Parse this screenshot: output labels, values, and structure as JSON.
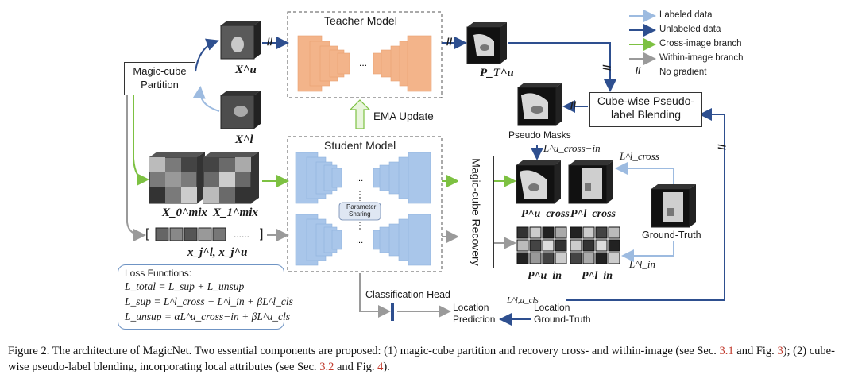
{
  "figure": {
    "teacher_label": "Teacher Model",
    "student_label": "Student Model",
    "ema_label": "EMA Update",
    "partition_label_1": "Magic-cube",
    "partition_label_2": "Partition",
    "recovery_label": "Magic-cube Recovery",
    "blending_label_1": "Cube-wise Pseudo-",
    "blending_label_2": "label Blending",
    "pseudo_masks_label": "Pseudo Masks",
    "parameter_sharing_label_1": "Parameter",
    "parameter_sharing_label_2": "Sharing",
    "ground_truth_label": "Ground-Truth",
    "classification_head_label": "Classification Head",
    "location_prediction_1": "Location",
    "location_prediction_2": "Prediction",
    "location_gt_1": "Location",
    "location_gt_2": "Ground-Truth",
    "patch_ellipsis": "......",
    "patch_open": "[",
    "patch_close": "]",
    "gradient_mark": "//",
    "math": {
      "xu": "X^u",
      "xl": "X^l",
      "pt": "P_T^u",
      "x0mix": "X_0^mix",
      "x1mix": "X_1^mix",
      "xj": "x_j^l, x_j^u",
      "lcross_in": "L^u_cross−in",
      "lcross_l": "L^l_cross",
      "lin_l": "L^l_in",
      "lcls": "L^l,u_cls",
      "pcross_u": "P^u_cross",
      "pcross_l": "P^l_cross",
      "pin_u": "P^u_in",
      "pin_l": "P^l_in"
    },
    "loss": {
      "title": "Loss Functions:",
      "line1": "L_total = L_sup + L_unsup",
      "line2": "L_sup = L^l_cross + L^l_in + βL^l_cls",
      "line3": "L_unsup = αL^u_cross−in + βL^u_cls"
    },
    "legend": [
      {
        "label": "Labeled data",
        "color": "#9dbbe0"
      },
      {
        "label": "Unlabeled data",
        "color": "#2e4f8f"
      },
      {
        "label": "Cross-image branch",
        "color": "#7dc142"
      },
      {
        "label": "Within-image branch",
        "color": "#9a9a9a"
      },
      {
        "label": "No gradient",
        "color": "#222222"
      }
    ],
    "colors": {
      "teacher": "#f3b48a",
      "student": "#a9c6ea",
      "labeled": "#9dbbe0",
      "unlabeled": "#2e4f8f",
      "cross": "#7dc142",
      "within": "#9a9a9a"
    }
  },
  "caption": {
    "prefix": "Figure 2.  The architecture of MagicNet.  Two essential components are proposed: (1) magic-cube partition and recovery cross- and within-image (see Sec. ",
    "ref1": "3.1",
    "mid1": " and Fig. ",
    "ref2": "3",
    "mid2": "); (2) cube-wise pseudo-label blending, incorporating local attributes (see Sec. ",
    "ref3": "3.2",
    "mid3": " and Fig. ",
    "ref4": "4",
    "suffix": ")."
  }
}
